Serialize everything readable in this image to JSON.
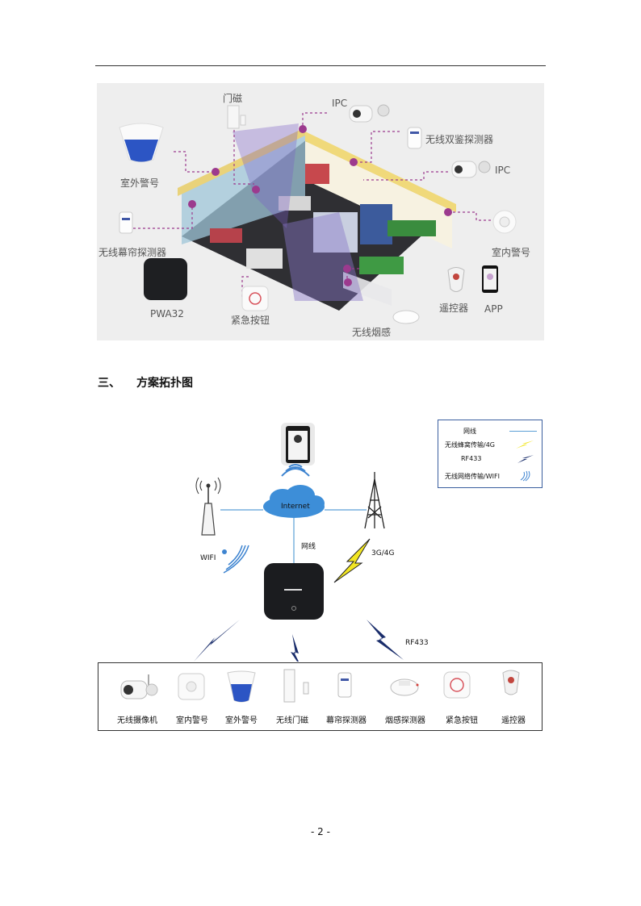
{
  "figure1": {
    "labels": {
      "door_sensor": "门磁",
      "ipc_top": "IPC",
      "dual_detector": "无线双鉴探测器",
      "ipc_right": "IPC",
      "outdoor_siren": "室外警号",
      "indoor_siren": "室内警号",
      "curtain_detector": "无线幕帘探测器",
      "panel": "PWA32",
      "panic_button": "紧急按钮",
      "remote": "遥控器",
      "app": "APP",
      "smoke": "无线烟感"
    }
  },
  "section": {
    "number": "三、",
    "title": "方案拓扑图"
  },
  "figure2": {
    "legend": {
      "network": "网线",
      "cellular": "无线蜂窝传输/4G",
      "rf433": "RF433",
      "wifi": "无线网络传输/WIFI"
    },
    "internet": "Internet",
    "wifi": "WIFI",
    "network_line": "网线",
    "cellular": "3G/4G",
    "rf433": "RF433",
    "devices": [
      "无线摄像机",
      "室内警号",
      "室外警号",
      "无线门磁",
      "幕帘探测器",
      "烟感探测器",
      "紧急按钮",
      "遥控器"
    ]
  },
  "page_number": "- 2 -"
}
